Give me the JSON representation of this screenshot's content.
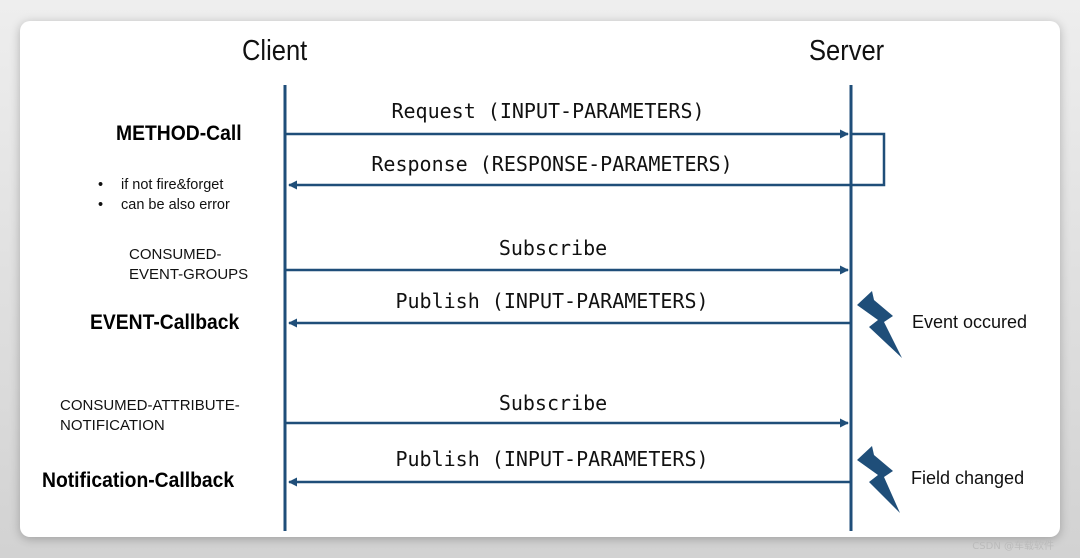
{
  "actors": {
    "client": "Client",
    "server": "Server"
  },
  "messages": [
    {
      "id": "request",
      "label": "Request (INPUT-PARAMETERS)",
      "direction": "to-server"
    },
    {
      "id": "response",
      "label": "Response (RESPONSE-PARAMETERS)",
      "direction": "to-client"
    },
    {
      "id": "subscribe-event",
      "label": "Subscribe",
      "direction": "to-server"
    },
    {
      "id": "publish-event",
      "label": "Publish (INPUT-PARAMETERS)",
      "direction": "to-client"
    },
    {
      "id": "subscribe-notification",
      "label": "Subscribe",
      "direction": "to-server"
    },
    {
      "id": "publish-notification",
      "label": "Publish (INPUT-PARAMETERS)",
      "direction": "to-client"
    }
  ],
  "left_labels": {
    "method_call": "METHOD-Call",
    "method_notes": [
      "if not fire&forget",
      "can be also error"
    ],
    "consumed_event_groups": [
      "CONSUMED-",
      "EVENT-GROUPS"
    ],
    "event_callback": "EVENT-Callback",
    "consumed_attribute_notification": [
      "CONSUMED-ATTRIBUTE-",
      "NOTIFICATION"
    ],
    "notification_callback": "Notification-Callback"
  },
  "right_labels": {
    "event_occured": "Event occured",
    "field_changed": "Field changed"
  },
  "watermark": "CSDN @车载软件",
  "colors": {
    "lifeline": "#1f4e79",
    "arrow": "#1f4e79",
    "lightning": "#1f4e79",
    "card": "#ffffff"
  },
  "icons": [
    "lightning-bolt-icon",
    "lightning-bolt-icon"
  ]
}
